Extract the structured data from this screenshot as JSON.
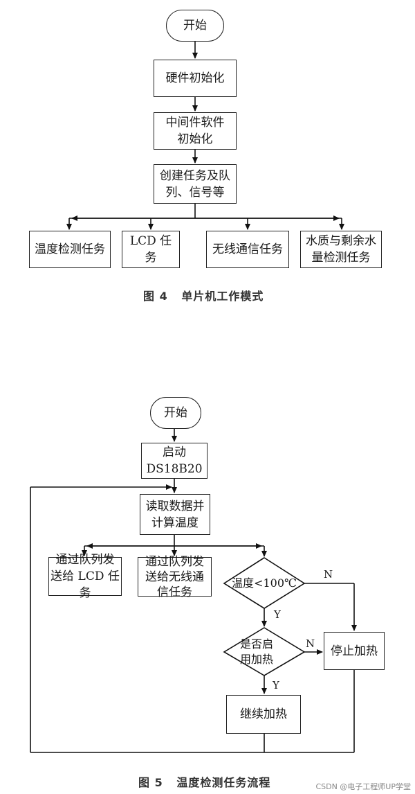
{
  "figure4": {
    "start": "开始",
    "hw_init": "硬件初始化",
    "mw_init": "中间件软件初始化",
    "create_tasks": "创建任务及队列、信号等",
    "task_temp": "温度检测任务",
    "task_lcd": "LCD 任务",
    "task_wireless": "无线通信任务",
    "task_water": "水质与剩余水量检测任务",
    "caption": "图 4   单片机工作模式"
  },
  "figure5": {
    "start": "开始",
    "start_ds": "启动DS18B20",
    "read": "读取数据并计算温度",
    "send_lcd": "通过队列发送给 LCD 任务",
    "send_wireless": "通过队列发送给无线通信任务",
    "decision_temp": "温度<100℃",
    "decision_heat": "是否启用加热",
    "stop_heat": "停止加热",
    "continue_heat": "继续加热",
    "label_y1": "Y",
    "label_n1": "N",
    "label_y2": "Y",
    "label_n2": "N",
    "caption": "图 5   温度检测任务流程"
  },
  "watermark": "CSDN @电子工程师UP学堂"
}
